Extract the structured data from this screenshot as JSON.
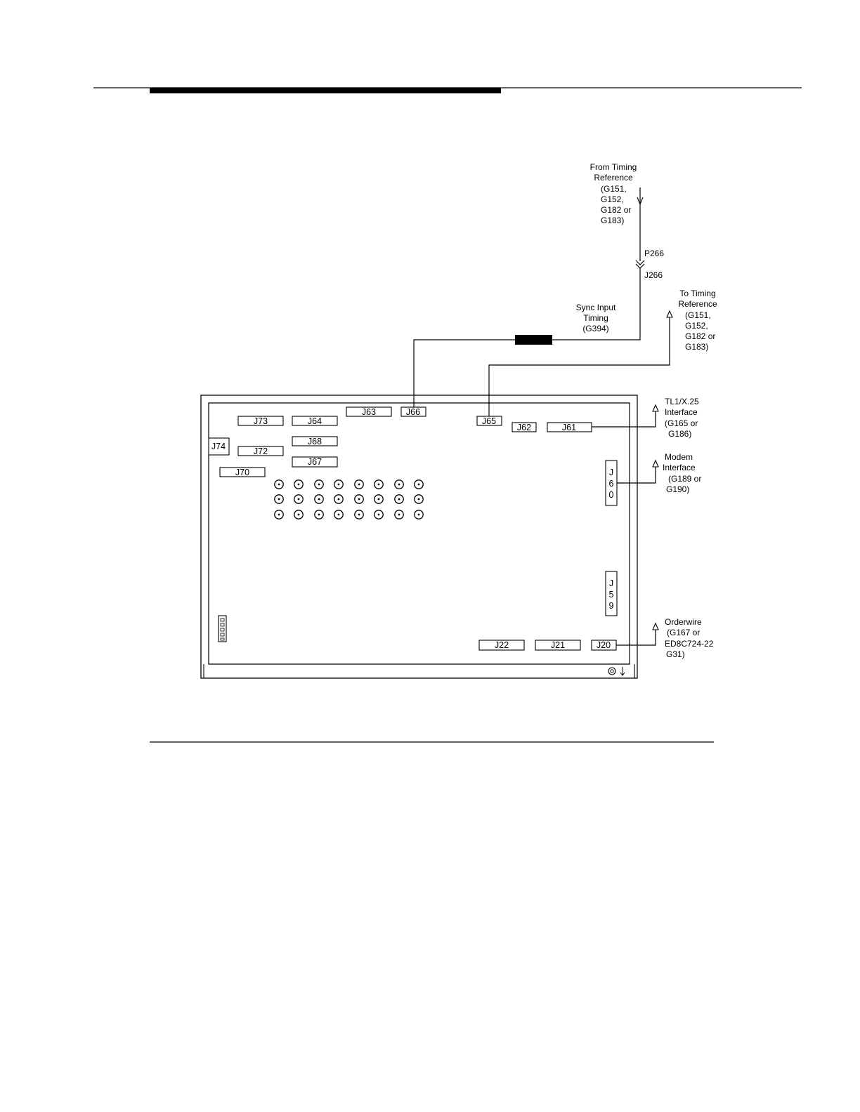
{
  "labels": {
    "from_timing": [
      "From Timing",
      "Reference",
      "(G151,",
      "G152,",
      "G182 or",
      "G183)"
    ],
    "p266": "P266",
    "j266": "J266",
    "sync_input": [
      "Sync Input",
      "Timing",
      "(G394)"
    ],
    "to_timing": [
      "To Timing",
      "Reference",
      "(G151,",
      "G152,",
      "G182 or",
      "G183)"
    ],
    "tl1": [
      "TL1/X.25",
      "Interface",
      "(G165 or",
      "G186)"
    ],
    "modem": [
      "Modem",
      "Interface",
      "(G189 or",
      "G190)"
    ],
    "orderwire": [
      "Orderwire",
      "(G167 or",
      "ED8C724-22",
      "G31)"
    ]
  },
  "connectors": {
    "j73": "J73",
    "j64": "J64",
    "j63": "J63",
    "j66": "J66",
    "j65": "J65",
    "j62": "J62",
    "j61": "J61",
    "j74": "J74",
    "j72": "J72",
    "j68": "J68",
    "j67": "J67",
    "j70": "J70",
    "j60": [
      "J",
      "6",
      "0"
    ],
    "j59": [
      "J",
      "5",
      "9"
    ],
    "j22": "J22",
    "j21": "J21",
    "j20": "J20"
  },
  "colors": {
    "ink": "#000000",
    "paper": "#ffffff"
  }
}
